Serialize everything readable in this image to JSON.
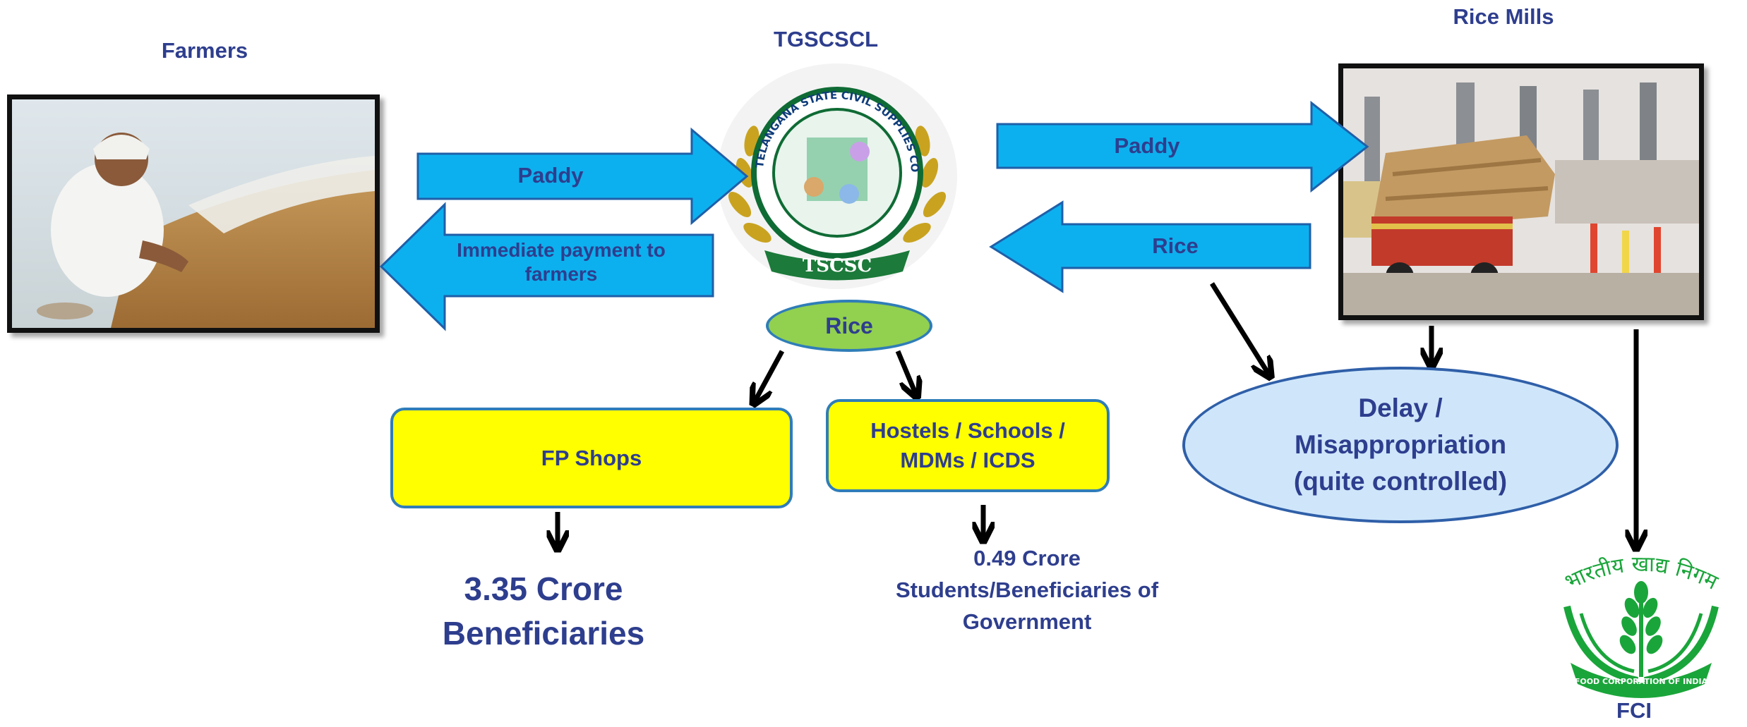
{
  "headings": {
    "farmers": "Farmers",
    "tgscscl": "TGSCSCL",
    "rice_mills": "Rice Mills",
    "fci": "FCI"
  },
  "arrows": {
    "paddy_to_tgscscl": "Paddy",
    "payment_to_farmers": "Immediate payment to farmers",
    "paddy_to_mills": "Paddy",
    "rice_from_mills": "Rice"
  },
  "nodes": {
    "rice_oval": "Rice",
    "fp_shops": "FP Shops",
    "hostels": "Hostels / Schools / MDMs / ICDS",
    "delay": "Delay / Misappropriation (quite controlled)"
  },
  "outcomes": {
    "fp_beneficiaries": "3.35 Crore Beneficiaries",
    "hostel_beneficiaries": "0.49 Crore Students/Beneficiaries of Government"
  },
  "logos": {
    "tscsc_ring_text": "TELANGANA STATE CIVIL SUPPLIES CORPORATION",
    "tscsc_banner": "TSCSC",
    "fci_hindi": "भारतीय खाद्य निगम",
    "fci_ribbon": "FOOD CORPORATION OF INDIA"
  },
  "colors": {
    "arrow_fill": "#0DB0EE",
    "arrow_border": "#1F5FA8",
    "text": "#2E3E8E",
    "yellow_box": "#FFFF00",
    "rice_oval": "#92D050",
    "delay_oval": "#CFE6FA",
    "fci_green": "#1AA53A"
  }
}
